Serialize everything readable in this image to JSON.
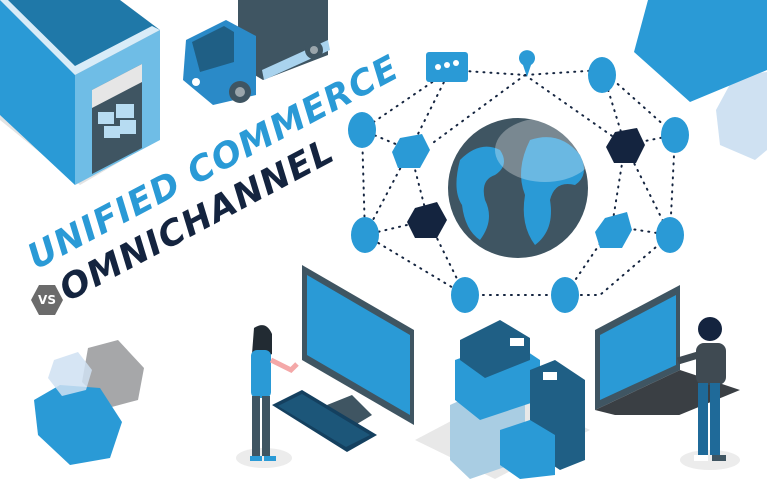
{
  "headline": {
    "line1": "UNIFIED COMMERCE",
    "vs": "VS",
    "line2": "OMNICHANNEL"
  },
  "colors": {
    "primary_blue": "#2a9ad6",
    "light_blue": "#6fbde6",
    "pale_blue": "#cfe1f2",
    "navy": "#14243f",
    "slate": "#3f5562",
    "grey": "#6b6b6b",
    "background": "#ffffff"
  },
  "scene": {
    "elements": [
      {
        "name": "warehouse",
        "icon": "warehouse-icon"
      },
      {
        "name": "delivery-truck",
        "icon": "truck-icon"
      },
      {
        "name": "globe-network",
        "icon": "globe-icon"
      },
      {
        "name": "chat-bubble",
        "icon": "chat-icon"
      },
      {
        "name": "location-pin",
        "icon": "map-pin-icon"
      },
      {
        "name": "desktop-monitor",
        "icon": "monitor-icon"
      },
      {
        "name": "keyboard",
        "icon": "keyboard-icon"
      },
      {
        "name": "package-stack",
        "icon": "boxes-icon"
      },
      {
        "name": "laptop",
        "icon": "laptop-icon"
      },
      {
        "name": "woman-shopper",
        "icon": "person-icon"
      },
      {
        "name": "man-shopper",
        "icon": "person-icon"
      }
    ]
  }
}
